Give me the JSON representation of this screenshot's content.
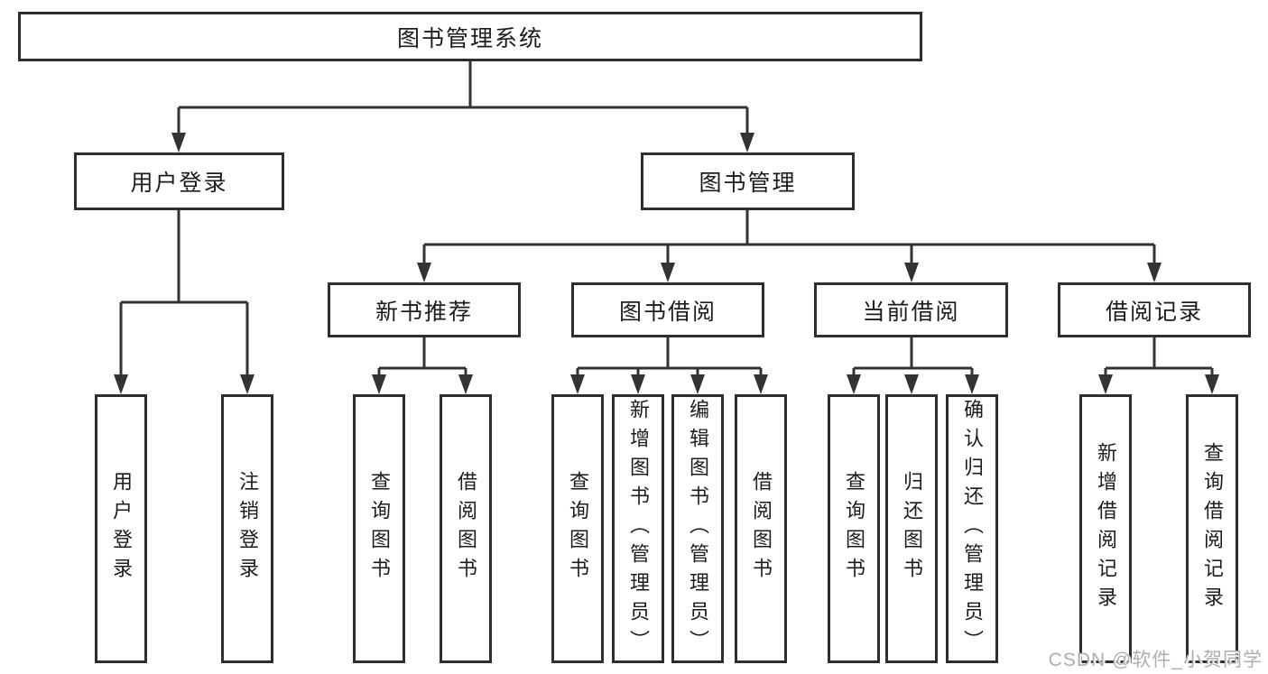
{
  "diagram_title": "图书管理系统",
  "nodes": {
    "root": {
      "label": "图书管理系统"
    },
    "user_login": {
      "label": "用户登录"
    },
    "book_management": {
      "label": "图书管理"
    },
    "new_book_recommend": {
      "label": "新书推荐"
    },
    "book_borrow": {
      "label": "图书借阅"
    },
    "current_borrow": {
      "label": "当前借阅"
    },
    "borrow_records": {
      "label": "借阅记录"
    },
    "leaf_user_login": {
      "label": "用户登录"
    },
    "leaf_logout": {
      "label": "注销登录"
    },
    "leaf_recommend_query": {
      "label": "查询图书"
    },
    "leaf_recommend_borrow": {
      "label": "借阅图书"
    },
    "leaf_borrow_query": {
      "label": "查询图书"
    },
    "leaf_borrow_add": {
      "label": "新增图书（管理员）"
    },
    "leaf_borrow_edit": {
      "label": "编辑图书（管理员）"
    },
    "leaf_borrow_borrow": {
      "label": "借阅图书"
    },
    "leaf_current_query": {
      "label": "查询图书"
    },
    "leaf_current_return": {
      "label": "归还图书"
    },
    "leaf_current_confirm": {
      "label": "确认归还（管理员）"
    },
    "leaf_records_add": {
      "label": "新增借阅记录"
    },
    "leaf_records_query": {
      "label": "查询借阅记录"
    }
  },
  "watermark": {
    "text": "CSDN @软件_小贺同学"
  },
  "colors": {
    "line": "#333333",
    "box_border": "#2e2e2e",
    "text": "#1c1c1c",
    "watermark": "#aeaeae",
    "background": "#ffffff"
  }
}
